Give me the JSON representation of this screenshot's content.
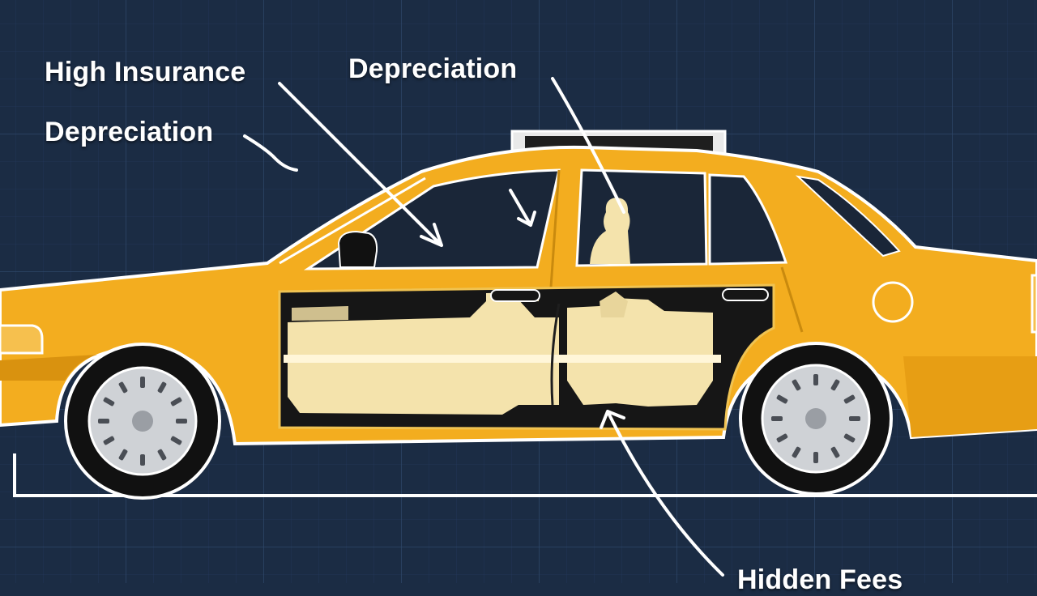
{
  "labels": {
    "high_insurance": "High Insurance",
    "depreciation_top": "Depreciation",
    "depreciation_left": "Depreciation",
    "hidden_fees": "Hidden Fees"
  },
  "colors": {
    "background": "#1b2c44",
    "grid": "#2e4768",
    "taxi_body": "#f3ad1f",
    "taxi_body_shadow": "#d9920f",
    "interior": "#f4e3ac",
    "cutaway": "#161616",
    "outline": "#ffffff"
  },
  "icons": [
    "taxi-car",
    "roof-sign",
    "wheel",
    "arrow"
  ]
}
